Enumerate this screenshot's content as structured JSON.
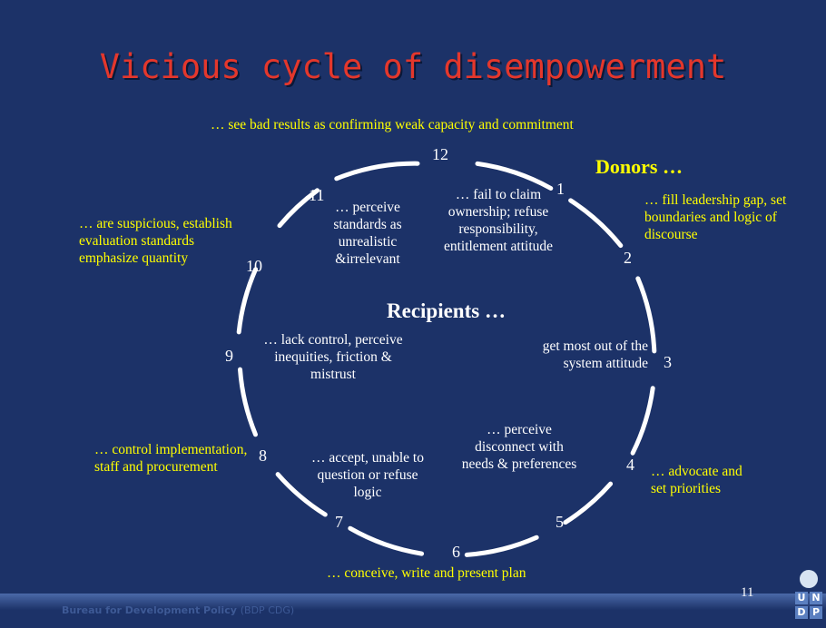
{
  "title": "Vicious cycle of disempowerment",
  "top_caption": "… see bad results as confirming weak capacity and commitment",
  "donors_heading": "Donors …",
  "recipients_heading": "Recipients …",
  "numbers": [
    "12",
    "1",
    "2",
    "3",
    "4",
    "5",
    "6",
    "7",
    "8",
    "9",
    "10",
    "11"
  ],
  "inner": {
    "s11": "… perceive standards as unrealistic &irrelevant",
    "s1": "… fail to claim ownership; refuse responsibility, entitlement attitude",
    "s3": "get most out of the system attitude",
    "s5": "… perceive disconnect with needs & preferences",
    "s7": "… accept, unable to question or refuse logic",
    "s9": "… lack control, perceive inequities, friction & mistrust"
  },
  "outer": {
    "s2": "… fill leadership gap, set boundaries and logic of discourse",
    "s4": "… advocate and set priorities",
    "s6": "… conceive, write and present plan",
    "s8": "… control implementation, staff and procurement",
    "s10": "… are suspicious, establish evaluation standards emphasize quantity"
  },
  "page_number": "11",
  "footer_org": "Bureau for Development Policy",
  "footer_unit": "(BDP CDG)",
  "logo_letters": [
    "U",
    "N",
    "D",
    "P"
  ]
}
